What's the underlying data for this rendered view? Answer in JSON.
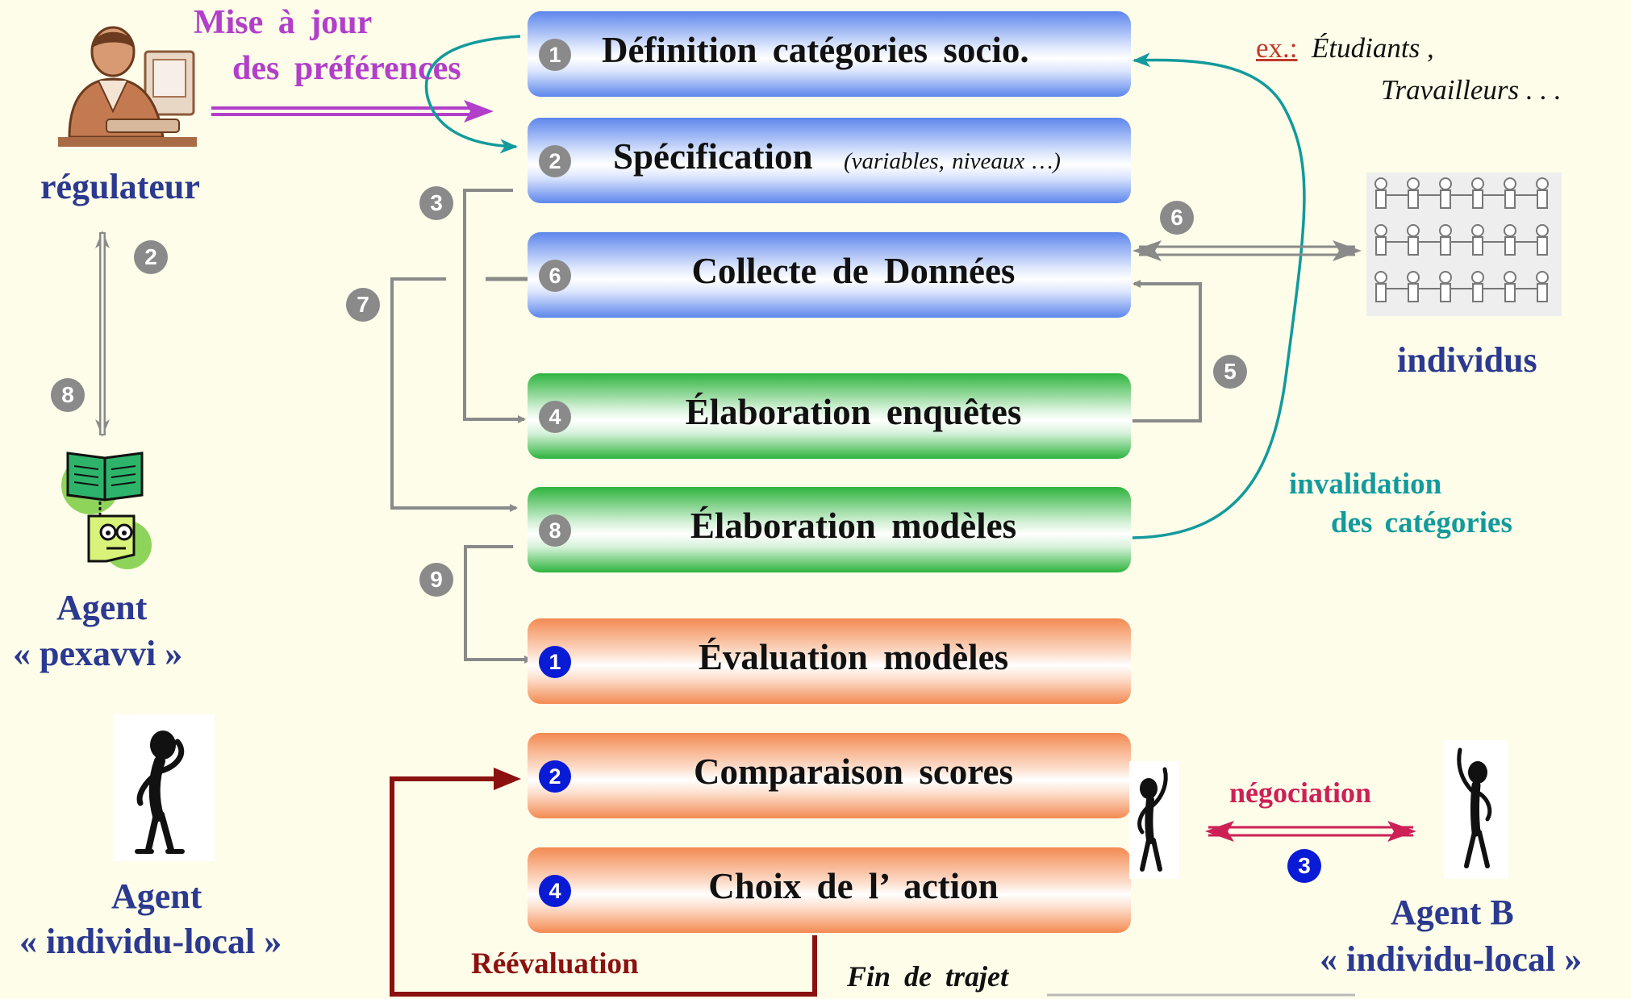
{
  "steps": [
    {
      "num": "1",
      "label": "Définition  catégories  socio.",
      "note": "",
      "color": "blue",
      "badge": "gray"
    },
    {
      "num": "2",
      "label": "Spécification",
      "note": "(variables, niveaux …)",
      "color": "blue",
      "badge": "gray"
    },
    {
      "num": "6",
      "label": "Collecte  de  Données",
      "note": "",
      "color": "blue",
      "badge": "gray"
    },
    {
      "num": "4",
      "label": "Élaboration  enquêtes",
      "note": "",
      "color": "green",
      "badge": "gray"
    },
    {
      "num": "8",
      "label": "Élaboration  modèles",
      "note": "",
      "color": "green",
      "badge": "gray"
    },
    {
      "num": "1",
      "label": "Évaluation  modèles",
      "note": "",
      "color": "orange",
      "badge": "navy"
    },
    {
      "num": "2",
      "label": "Comparaison  scores",
      "note": "",
      "color": "orange",
      "badge": "navy"
    },
    {
      "num": "4",
      "label": "Choix  de  l’ action",
      "note": "",
      "color": "orange",
      "badge": "navy"
    }
  ],
  "labels": {
    "update_line1": "Mise  à  jour",
    "update_line2": "des  préférences",
    "regulator": "régulateur",
    "agent_pexavvi_line1": "Agent",
    "agent_pexavvi_line2": "« pexavvi »",
    "agent_local_line1": "Agent",
    "agent_local_line2": "« individu-local »",
    "agent_b_line1": "Agent   B",
    "agent_b_line2": "« individu-local »",
    "individus": "individus",
    "example_prefix": "ex.:",
    "example_line1": "Étudiants ,",
    "example_line2": "Travailleurs    . . .",
    "invalidation_line1": "invalidation",
    "invalidation_line2": "des  catégories",
    "negociation": "négociation",
    "reevaluation": "Réévaluation",
    "fin_de_trajet": "Fin  de  trajet"
  },
  "badges": {
    "regulator_agent_top": "2",
    "regulator_agent_bottom": "8",
    "bracket_spec_enquetes": "3",
    "bracket_collecte_modeles": "7",
    "bracket_modeles_evaluation": "9",
    "collecte_individus": "6",
    "enquetes_collecte": "5",
    "negociation": "3"
  },
  "colors": {
    "blue_box": "#5d86ec",
    "green_box": "#2fb33e",
    "orange_box": "#f38a52",
    "navy_text": "#2b3990",
    "purple": "#b13fc9",
    "teal": "#129a9c",
    "crimson": "#cc2056",
    "dark_red": "#8b1010",
    "gray_arrow": "#8a8a8a"
  }
}
